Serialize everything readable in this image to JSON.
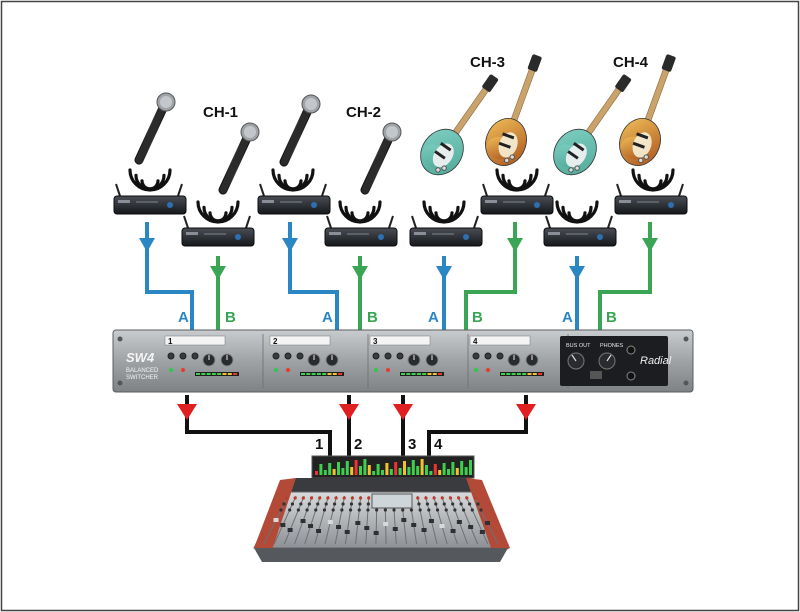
{
  "channels": [
    {
      "label": "CH-1",
      "source": "microphone"
    },
    {
      "label": "CH-2",
      "source": "microphone"
    },
    {
      "label": "CH-3",
      "source": "guitar"
    },
    {
      "label": "CH-4",
      "source": "guitar"
    }
  ],
  "input_labels": {
    "a": "A",
    "b": "B"
  },
  "unit": {
    "model": "SW4",
    "subtitle_line1": "BALANCED",
    "subtitle_line2": "SWITCHER",
    "slot_numbers": [
      "1",
      "2",
      "3",
      "4"
    ],
    "bus_out": "BUS OUT",
    "phones": "PHONES",
    "brand": "Radial"
  },
  "outputs": [
    "1",
    "2",
    "3",
    "4"
  ],
  "colors": {
    "a_line": "#2b87c3",
    "b_line": "#3aa655",
    "out_line": "#e02020",
    "cable": "#111111",
    "frame": "#444444"
  },
  "icons": {
    "wireless": "wireless-waves-icon",
    "receiver": "wireless-receiver-icon",
    "mic": "handheld-microphone-icon",
    "guitar": "electric-guitar-icon",
    "console": "mixing-console-icon"
  }
}
